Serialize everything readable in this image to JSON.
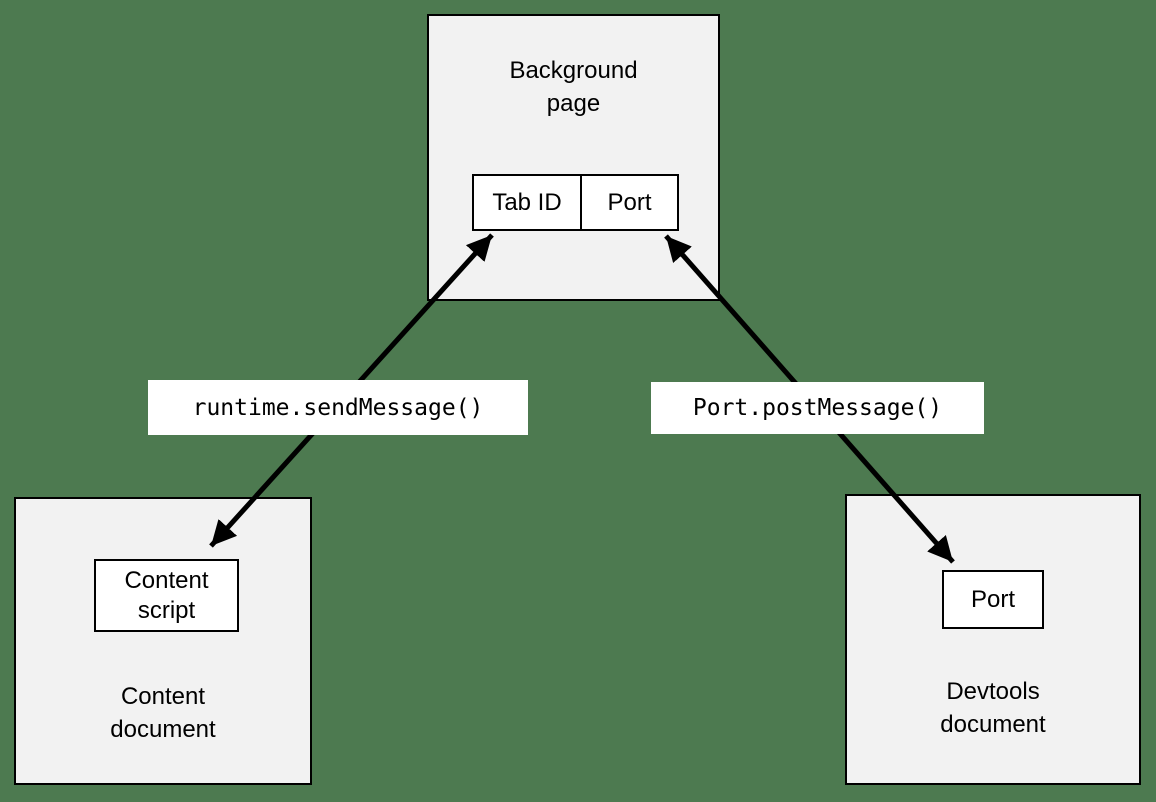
{
  "colors": {
    "page_background": "#4d7a50",
    "box_fill": "#f2f2f2",
    "inner_box_fill": "#ffffff",
    "label_background": "#ffffff",
    "border": "#000000",
    "arrow": "#000000",
    "text": "#000000"
  },
  "diagram": {
    "background_page": {
      "label": "Background\npage",
      "tab_id_label": "Tab ID",
      "port_label": "Port"
    },
    "content_document": {
      "inner_label": "Content\nscript",
      "label": "Content\ndocument"
    },
    "devtools_document": {
      "inner_label": "Port",
      "label": "Devtools\ndocument"
    },
    "arrows": [
      {
        "label": "runtime.sendMessage()",
        "from": "Content script",
        "to": "Background page Tab ID",
        "style": "double-headed"
      },
      {
        "label": "Port.postMessage()",
        "from": "Background page Port",
        "to": "Devtools Port",
        "style": "double-headed"
      }
    ]
  }
}
